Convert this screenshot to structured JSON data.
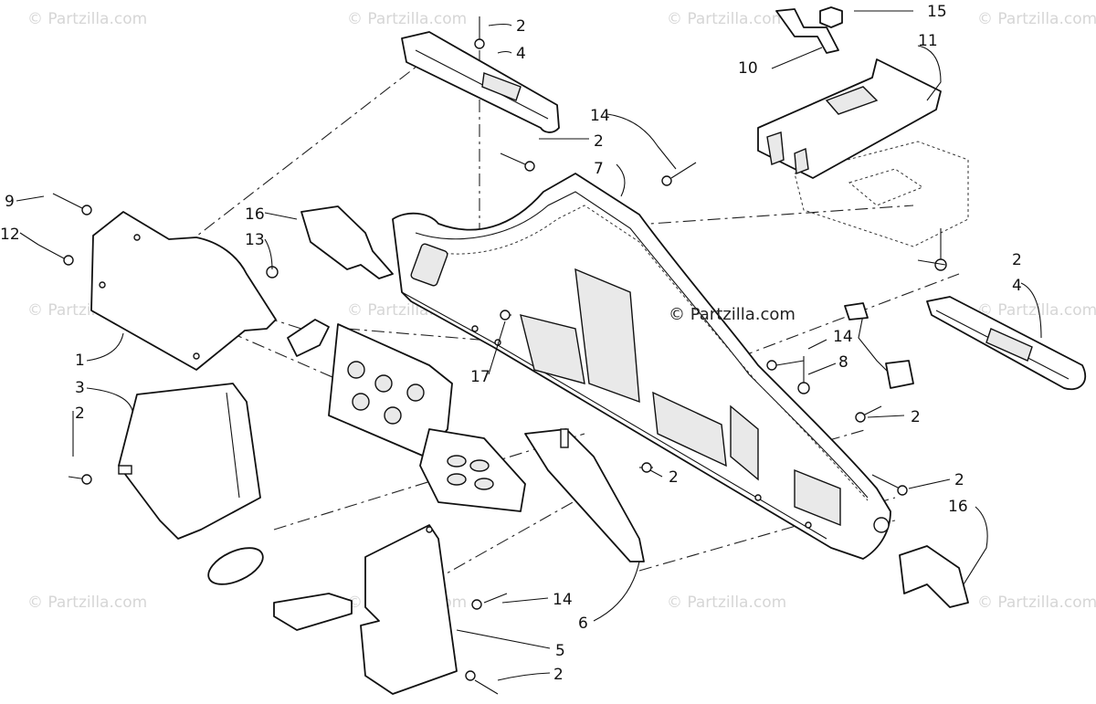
{
  "watermark": "© Partzilla.com",
  "center_watermark": "© Partzilla.com",
  "callouts": {
    "c1": "1",
    "c2": "2",
    "c3": "3",
    "c4": "4",
    "c5": "5",
    "c6": "6",
    "c7": "7",
    "c8": "8",
    "c9": "9",
    "c10": "10",
    "c11": "11",
    "c12": "12",
    "c13": "13",
    "c14": "14",
    "c15": "15",
    "c16": "16",
    "c17": "17"
  }
}
